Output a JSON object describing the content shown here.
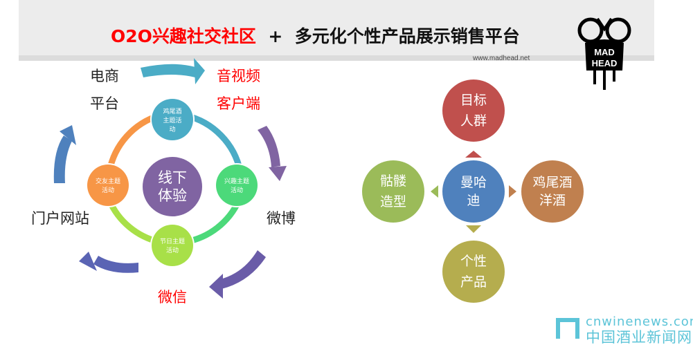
{
  "header": {
    "title_red": "O2O兴趣社交社区",
    "plus": "+",
    "title_black": "多元化个性产品展示销售平台",
    "url": "www.madhead.net",
    "logo_text": "MAD HEAD"
  },
  "left_diagram": {
    "center": "线下体验",
    "nodes": [
      "鸡尾酒主题活动",
      "兴趣主题活动",
      "节日主题活动",
      "交友主题活动"
    ],
    "channels": {
      "ecommerce": [
        "电商",
        "平台"
      ],
      "av_client": [
        "音视频",
        "客户端"
      ],
      "weibo": "微博",
      "wechat": "微信",
      "portal": "门户网站"
    }
  },
  "right_diagram": {
    "center": [
      "曼哈",
      "迪"
    ],
    "top": [
      "目标",
      "人群"
    ],
    "right": [
      "鸡尾酒",
      "洋酒"
    ],
    "bottom": [
      "个性",
      "产品"
    ],
    "left": [
      "骷髅",
      "造型"
    ]
  },
  "watermark": {
    "en": "cnwinenews.com",
    "zh": "中国酒业新闻网"
  },
  "colors": {
    "red": "#ff0000",
    "teal": "#4bacc6",
    "purple": "#8064a2",
    "orange": "#f79646",
    "green": "#4cd97a",
    "lime": "#a8e048"
  }
}
